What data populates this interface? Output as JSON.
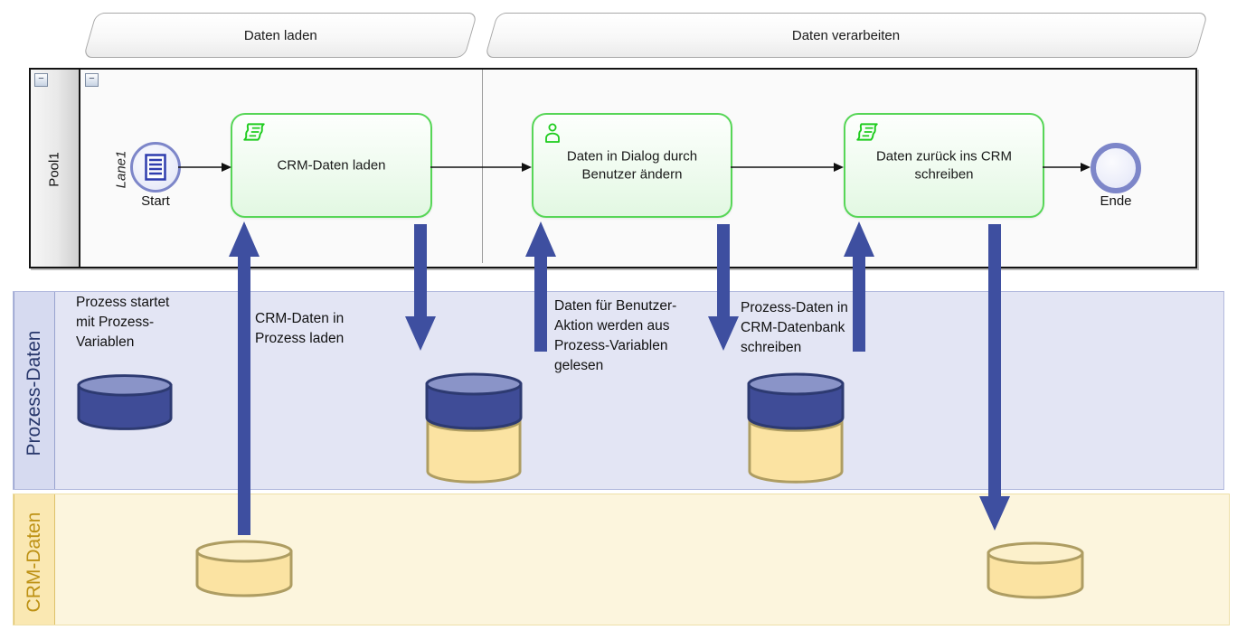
{
  "phases": [
    {
      "label": "Daten laden"
    },
    {
      "label": "Daten verarbeiten"
    }
  ],
  "pool": {
    "label": "Pool1",
    "collapse_glyph": "−",
    "lane": {
      "label": "Lane1",
      "collapse_glyph": "−"
    }
  },
  "process": {
    "start_event": {
      "label": "Start",
      "icon": "document-icon"
    },
    "tasks": [
      {
        "label": "CRM-Daten laden",
        "icon": "script-icon"
      },
      {
        "label": "Daten in Dialog durch Benutzer ändern",
        "icon": "user-icon"
      },
      {
        "label": "Daten zurück ins CRM schreiben",
        "icon": "script-icon"
      }
    ],
    "end_event": {
      "label": "Ende"
    }
  },
  "bands": {
    "prozess": {
      "label": "Prozess-Daten"
    },
    "crm": {
      "label": "CRM-Daten"
    }
  },
  "annotations": [
    {
      "text": "Prozess startet\nmit Prozess-\nVariablen"
    },
    {
      "text": "CRM-Daten in\nProzess laden"
    },
    {
      "text": "Daten für Benutzer-\nAktion werden aus\nProzess-Variablen\ngelesen"
    },
    {
      "text": "Prozess-Daten in\nCRM-Datenbank\nschreiben"
    }
  ],
  "colors": {
    "arrow-blue": "#3e4fa0",
    "task-border-green": "#57d657",
    "task-icon-green": "#1ecc1e",
    "event-border-purple": "#7d86c9",
    "cyl-blue-body": "#3f4c97",
    "cyl-blue-top": "#8a94c8",
    "cyl-blue-stroke": "#2d3a71",
    "cyl-yellow-body": "#fbe3a2",
    "cyl-yellow-top": "#fcf0cb",
    "cyl-yellow-stroke": "#ae9d62",
    "band-prozess-bg": "#e3e5f4",
    "band-crm-bg": "#fcf5dd"
  }
}
